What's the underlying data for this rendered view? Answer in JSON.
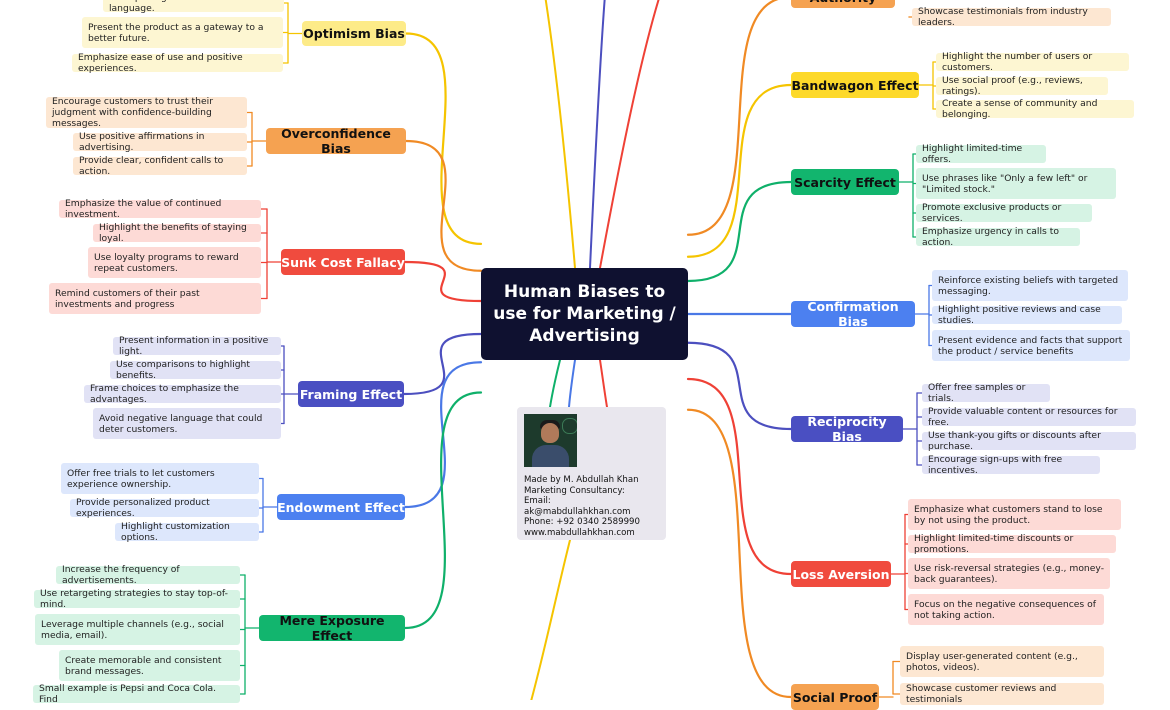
{
  "center": {
    "title": "Human Biases to use for Marketing / Advertising"
  },
  "credit": {
    "avatar_icon": "portrait-photo",
    "lines": [
      "Made by M. Abdullah Khan",
      "Marketing Consultancy:",
      "Email: ak@mabdullahkhan.com",
      "Phone: +92 0340 2589990",
      "www.mabdullahkhan.com"
    ]
  },
  "branches": [
    {
      "name": "Optimism Bias",
      "side": "left",
      "color": "#f5c400",
      "fill": "#fdeb88",
      "leaf_fill": "#fdf6d2",
      "text": "#111",
      "leaves": [
        "Use uplifting and motivational language.",
        "Present the product as a gateway to a better future.",
        "Emphasize ease of use and positive experiences."
      ]
    },
    {
      "name": "Overconfidence Bias",
      "side": "left",
      "color": "#f08a24",
      "fill": "#f5a251",
      "leaf_fill": "#fde7d2",
      "text": "#111",
      "leaves": [
        "Encourage customers to trust their judgment with confidence-building messages.",
        "Use positive affirmations in advertising.",
        "Provide clear, confident calls to action."
      ]
    },
    {
      "name": "Sunk Cost Fallacy",
      "side": "left",
      "color": "#ef4136",
      "fill": "#f04b3e",
      "leaf_fill": "#fddad6",
      "text": "#ffffff",
      "leaves": [
        "Emphasize the value of continued investment.",
        "Highlight the benefits of staying loyal.",
        "Use loyalty programs to reward repeat customers.",
        "Remind customers of their past investments and progress"
      ]
    },
    {
      "name": "Framing Effect",
      "side": "left",
      "color": "#4c4fbf",
      "fill": "#4a4fc2",
      "leaf_fill": "#e1e2f5",
      "text": "#ffffff",
      "leaves": [
        "Present information in a positive light.",
        "Use comparisons to highlight benefits.",
        "Frame choices to emphasize the advantages.",
        "Avoid negative language that could deter customers."
      ]
    },
    {
      "name": "Endowment Effect",
      "side": "left",
      "color": "#4a78e6",
      "fill": "#4c80f0",
      "leaf_fill": "#dde7fc",
      "text": "#ffffff",
      "leaves": [
        "Offer free trials to let customers experience ownership.",
        "Provide personalized product experiences.",
        "Highlight customization options."
      ]
    },
    {
      "name": "Mere Exposure Effect",
      "side": "left",
      "color": "#0fb06a",
      "fill": "#12b56e",
      "leaf_fill": "#d6f3e4",
      "text": "#111",
      "leaves": [
        "Increase the frequency of advertisements.",
        "Use retargeting strategies to stay top-of-mind.",
        "Leverage multiple channels (e.g., social media, email).",
        "Create memorable and consistent brand messages.",
        "Small example is Pepsi and Coca Cola. Find"
      ]
    },
    {
      "name": "Authority",
      "side": "right",
      "color": "#f08a24",
      "fill": "#f5a251",
      "leaf_fill": "#fde7d2",
      "text": "#111",
      "leaves": [
        "Showcase testimonials from industry leaders."
      ]
    },
    {
      "name": "Bandwagon Effect",
      "side": "right",
      "color": "#f5c400",
      "fill": "#fdd92a",
      "leaf_fill": "#fdf6d2",
      "text": "#111",
      "leaves": [
        "Highlight the number of users or customers.",
        "Use social proof (e.g., reviews, ratings).",
        "Create a sense of community and belonging."
      ]
    },
    {
      "name": "Scarcity Effect",
      "side": "right",
      "color": "#0fb06a",
      "fill": "#12b56e",
      "leaf_fill": "#d6f3e4",
      "text": "#111",
      "leaves": [
        "Highlight limited-time offers.",
        "Use phrases like \"Only a few left\" or \"Limited stock.\"",
        "Promote exclusive products or services.",
        "Emphasize urgency in calls to action."
      ]
    },
    {
      "name": "Confirmation Bias",
      "side": "right",
      "color": "#4a78e6",
      "fill": "#4c80f0",
      "leaf_fill": "#dde7fc",
      "text": "#ffffff",
      "leaves": [
        "Reinforce existing beliefs with targeted messaging.",
        "Highlight positive reviews and case studies.",
        "Present evidence and facts that support the product / service benefits"
      ]
    },
    {
      "name": "Reciprocity Bias",
      "side": "right",
      "color": "#4c4fbf",
      "fill": "#4a4fc2",
      "leaf_fill": "#e1e2f5",
      "text": "#ffffff",
      "leaves": [
        "Offer free samples or trials.",
        "Provide valuable content or resources for free.",
        "Use thank-you gifts or discounts after purchase.",
        "Encourage sign-ups with free incentives."
      ]
    },
    {
      "name": "Loss Aversion",
      "side": "right",
      "color": "#ef4136",
      "fill": "#f04b3e",
      "leaf_fill": "#fddad6",
      "text": "#ffffff",
      "leaves": [
        "Emphasize what customers stand to lose by not using the product.",
        "Highlight limited-time discounts or promotions.",
        "Use risk-reversal strategies (e.g., money-back guarantees).",
        "Focus on the negative consequences of not taking action."
      ]
    },
    {
      "name": "Social Proof",
      "side": "right",
      "color": "#f08a24",
      "fill": "#f5a251",
      "leaf_fill": "#fde7d2",
      "text": "#111",
      "leaves": [
        "Display user-generated content (e.g., photos, videos).",
        "Showcase customer reviews and testimonials"
      ]
    }
  ]
}
